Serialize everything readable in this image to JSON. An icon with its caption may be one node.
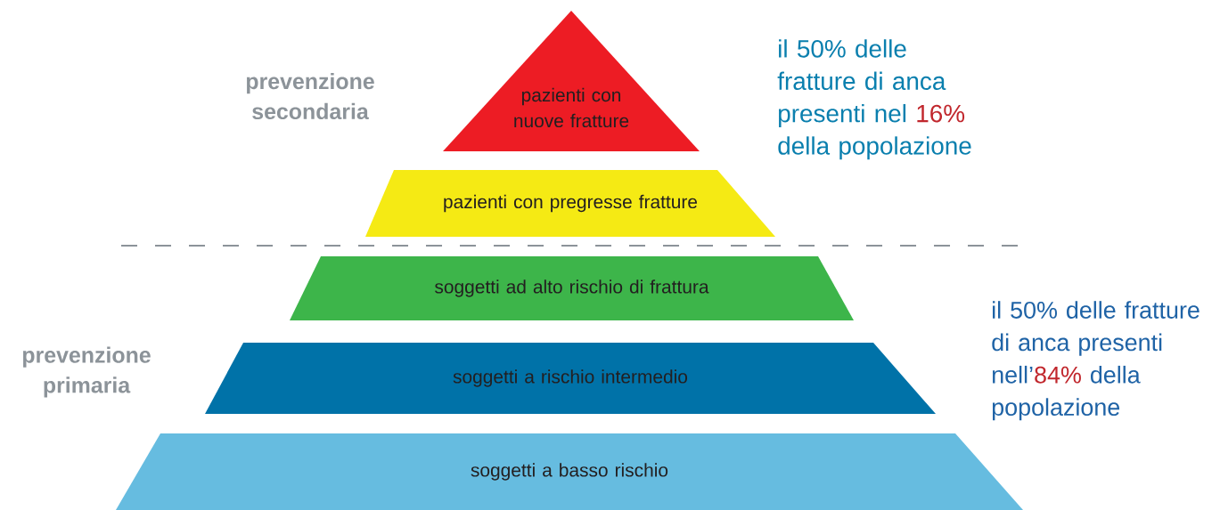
{
  "diagram": {
    "nodes": [
      {
        "text": [
          "pazienti con nuove fratture"
        ]
      },
      {
        "text": [
          "pazienti con pregresse fratture"
        ]
      },
      {
        "text": [
          "soggetti ad alto rischio di frattura"
        ]
      },
      {
        "text": [
          "soggetti a rischio intermedio"
        ]
      },
      {
        "text": [
          "soggetti a basso rischio"
        ]
      }
    ],
    "labels": [
      "prevenzione secondaria",
      "il 50% delle fratture di anca presenti nel",
      "16%",
      "della popolazione",
      "il 50% delle fratture di anca presenti nell’",
      "84%",
      "della popolazione",
      "prevenzione primaria"
    ]
  }
}
